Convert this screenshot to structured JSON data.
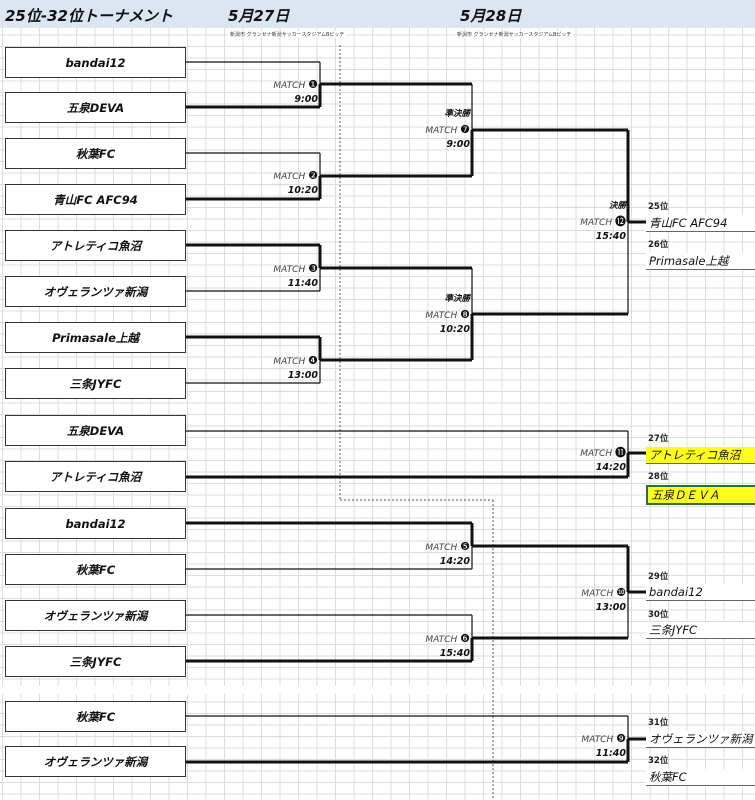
{
  "header": {
    "title": "25位-32位トーナメント",
    "day1": "5月27日",
    "day2": "5月28日",
    "venue1": "新潟市 グランセナ新潟サッカースタジアムBピッチ",
    "venue2": "新潟市 グランセナ新潟サッカースタジアムBピッチ"
  },
  "teams": [
    "bandai12",
    "五泉DEVA",
    "秋葉FC",
    "青山FC AFC94",
    "アトレティコ魚沼",
    "オヴェランツァ新潟",
    "Primasale上越",
    "三条JYFC",
    "五泉DEVA",
    "アトレティコ魚沼",
    "bandai12",
    "秋葉FC",
    "オヴェランツァ新潟",
    "三条JYFC",
    "秋葉FC",
    "オヴェランツァ新潟"
  ],
  "matches": [
    {
      "stage": "",
      "label": "MATCH",
      "num": "❶",
      "time": "9:00"
    },
    {
      "stage": "",
      "label": "MATCH",
      "num": "❷",
      "time": "10:20"
    },
    {
      "stage": "",
      "label": "MATCH",
      "num": "❸",
      "time": "11:40"
    },
    {
      "stage": "",
      "label": "MATCH",
      "num": "❹",
      "time": "13:00"
    },
    {
      "stage": "",
      "label": "MATCH",
      "num": "❺",
      "time": "14:20"
    },
    {
      "stage": "",
      "label": "MATCH",
      "num": "❻",
      "time": "15:40"
    },
    {
      "stage": "準決勝",
      "label": "MATCH",
      "num": "❼",
      "time": "9:00"
    },
    {
      "stage": "準決勝",
      "label": "MATCH",
      "num": "❽",
      "time": "10:20"
    },
    {
      "stage": "",
      "label": "MATCH",
      "num": "❾",
      "time": "11:40"
    },
    {
      "stage": "",
      "label": "MATCH",
      "num": "❿",
      "time": "13:00"
    },
    {
      "stage": "",
      "label": "MATCH",
      "num": "⓫",
      "time": "14:20"
    },
    {
      "stage": "決勝",
      "label": "MATCH",
      "num": "⓬",
      "time": "15:40"
    }
  ],
  "results": [
    {
      "rank": "25位",
      "team": "青山FC AFC94"
    },
    {
      "rank": "26位",
      "team": "Primasale上越"
    },
    {
      "rank": "27位",
      "team": "アトレティコ魚沼"
    },
    {
      "rank": "28位",
      "team": "五泉ＤＥＶＡ"
    },
    {
      "rank": "29位",
      "team": "bandai12"
    },
    {
      "rank": "30位",
      "team": "三条JYFC"
    },
    {
      "rank": "31位",
      "team": "オヴェランツァ新潟"
    },
    {
      "rank": "32位",
      "team": "秋葉FC"
    }
  ],
  "colors": {
    "header_bg": "#dce6f3",
    "highlight": "#ffff1a",
    "selection": "#217346"
  }
}
